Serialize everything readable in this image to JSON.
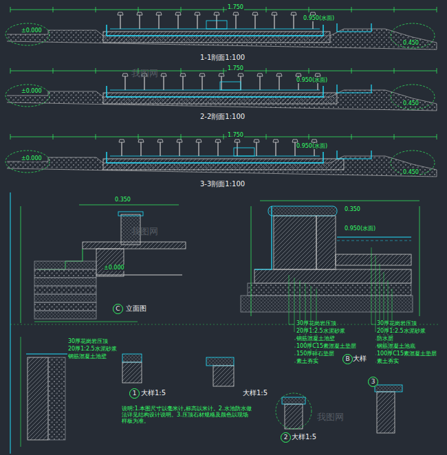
{
  "diagram": {
    "nodes": [
      {
        "text": [
          "C"
        ]
      },
      {
        "text": [
          "B"
        ]
      },
      {
        "text": [
          "1"
        ]
      },
      {
        "text": [
          "2"
        ]
      },
      {
        "text": [
          "3"
        ]
      }
    ],
    "labels": [
      "1-1剖面1:100",
      "2-2剖面1:100",
      "3-3剖面1:100",
      "立面图",
      "大样",
      "大样1:5",
      "大样1:5",
      "大样1:5",
      "1.750",
      "0.950(水面)",
      "±0.000",
      "0.450",
      "1.750",
      "0.950(水面)",
      "±0.000",
      "0.450",
      "1.750",
      "0.950(水面)",
      "±0.000",
      "0.450",
      "0.350",
      "±0.000",
      "0.950(水面)",
      "0.350",
      "30厚花岗岩压顶",
      "20厚1:2.5水泥砂浆",
      "钢筋混凝土池壁",
      "100厚C15素混凝土垫层",
      "150厚碎石垫层",
      "素土夯实",
      "30厚花岗岩压顶",
      "20厚1:2.5水泥砂浆",
      "防水层",
      "钢筋混凝土池底",
      "100厚C15素混凝土垫层",
      "素土夯实",
      "30厚花岗岩压顶",
      "20厚1:2.5水泥砂浆",
      "钢筋混凝土池壁",
      "说明:1.本图尺寸以毫米计,标高以米计。2.水池防水做法详见结构设计说明。3.压顶石材规格及颜色以现场样板为准。",
      "我图网",
      "我图网",
      "我图网"
    ]
  }
}
